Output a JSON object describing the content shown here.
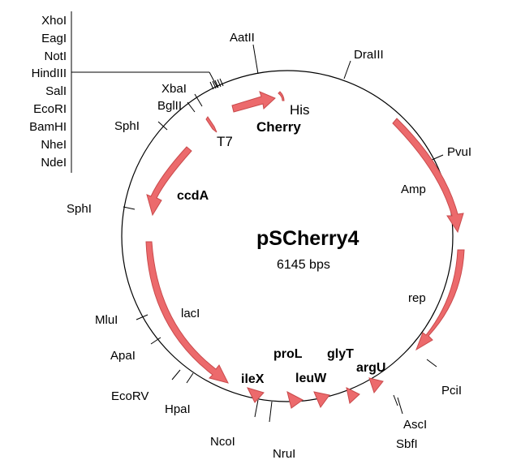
{
  "plasmid": {
    "name": "pSCherry4",
    "size": "6145 bps"
  },
  "colors": {
    "feature_arrow": "#ec6a6c",
    "backbone": "#000000"
  },
  "mcs_sites": [
    "XhoI",
    "EagI",
    "NotI",
    "HindIII",
    "SalI",
    "EcoRI",
    "BamHI",
    "NheI",
    "NdeI"
  ],
  "restriction_sites": {
    "aatII": "AatII",
    "draIII": "DraIII",
    "pvuI": "PvuI",
    "pciI": "PciI",
    "ascI": "AscI",
    "sbfI": "SbfI",
    "nruI": "NruI",
    "ncoI": "NcoI",
    "hpaI": "HpaI",
    "ecoRV": "EcoRV",
    "apaI": "ApaI",
    "mluI": "MluI",
    "sphI_1": "SphI",
    "sphI_2": "SphI",
    "bglII": "BglII",
    "xbaI": "XbaI"
  },
  "features": {
    "his": "His",
    "cherry": "Cherry",
    "t7": "T7",
    "ccdA": "ccdA",
    "amp": "Amp",
    "rep": "rep",
    "lacI": "lacI",
    "ileX": "ileX",
    "proL": "proL",
    "leuW": "leuW",
    "glyT": "glyT",
    "argU": "argU"
  }
}
